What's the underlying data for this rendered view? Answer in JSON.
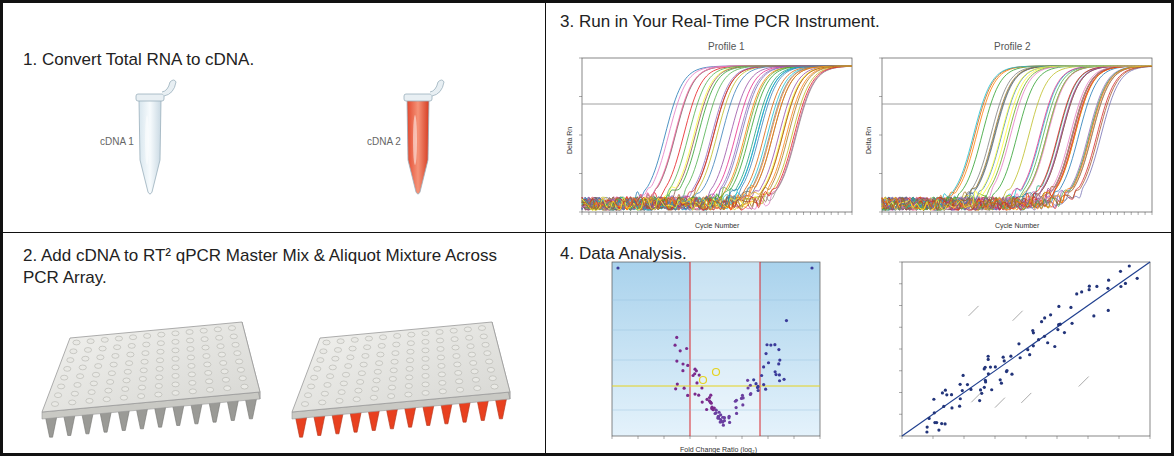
{
  "diagram": {
    "nodes": [
      {
        "text": [
          "1. Convert Total RNA to cDNA."
        ]
      },
      {
        "text": [
          "2. Add cDNA to RT² qPCR Master Mix & Aliquot Mixture Across PCR Array."
        ]
      },
      {
        "text": [
          "3. Run in Your Real-Time PCR Instrument."
        ]
      },
      {
        "text": [
          "4. Data Analysis."
        ]
      }
    ],
    "labels": [
      "cDNA 1",
      "cDNA 2",
      "Profile 1",
      "Profile 2",
      "Delta Rn",
      "Cycle Number",
      "Delta Rn",
      "Cycle Number",
      "Fold Change Ratio (log₂)"
    ]
  }
}
